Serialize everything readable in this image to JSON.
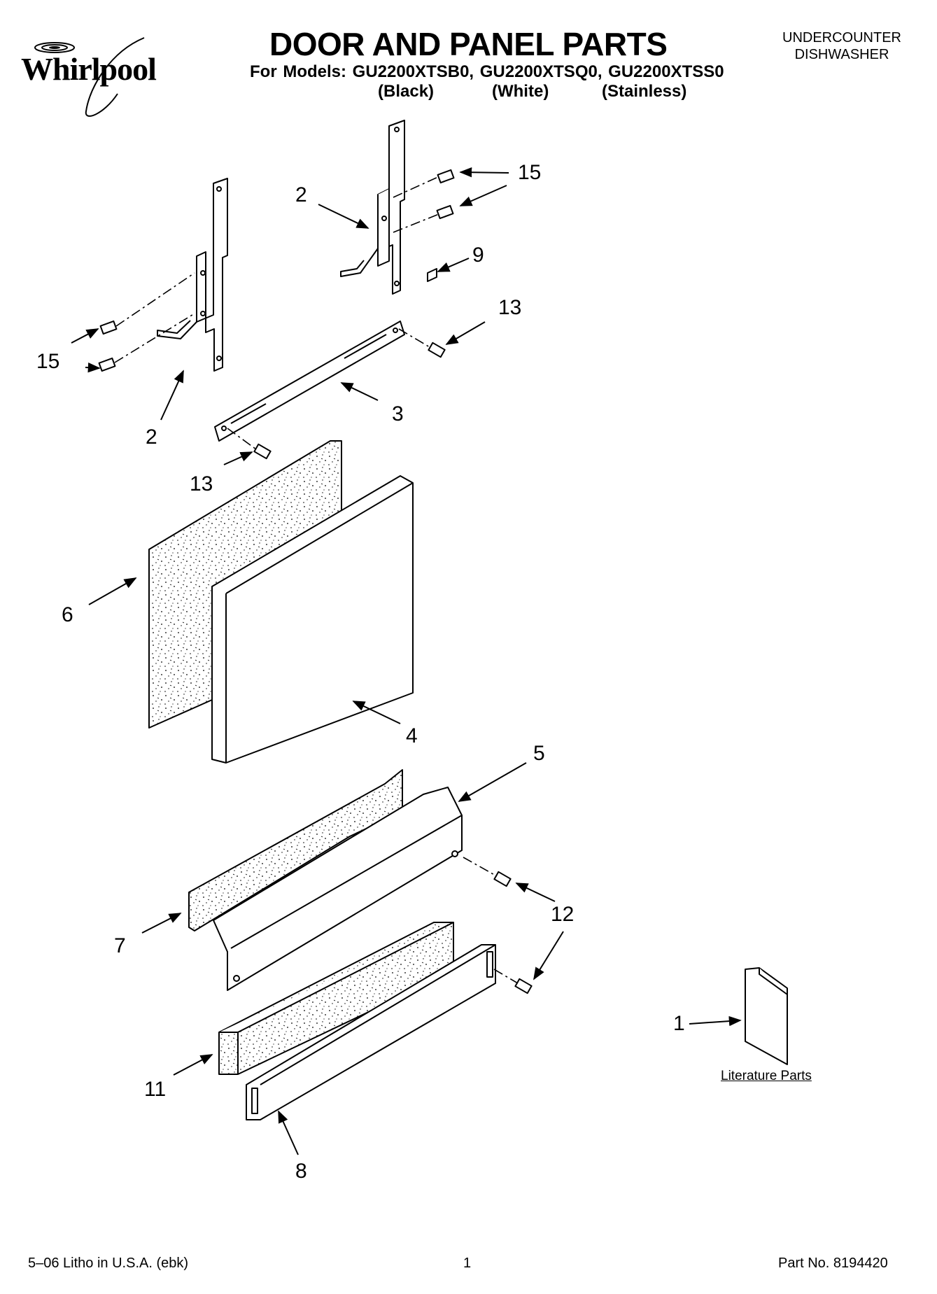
{
  "brand": {
    "logo_text": "Whirlpool"
  },
  "header": {
    "title": "DOOR AND PANEL PARTS",
    "models_line": "For Models: GU2200XTSB0, GU2200XTSQ0, GU2200XTSS0",
    "variants": [
      "(Black)",
      "(White)",
      "(Stainless)"
    ],
    "product_type": [
      "UNDERCOUNTER",
      "DISHWASHER"
    ]
  },
  "callouts": {
    "c15_top": "15",
    "c2_top": "2",
    "c9": "9",
    "c13_right": "13",
    "c15_left": "15",
    "c2_left": "2",
    "c3": "3",
    "c13_left": "13",
    "c6": "6",
    "c4": "4",
    "c5": "5",
    "c12": "12",
    "c7": "7",
    "c1": "1",
    "c11": "11",
    "c8": "8"
  },
  "literature_label": "Literature Parts",
  "footer": {
    "litho": "5–06 Litho in U.S.A. (ebk)",
    "page": "1",
    "part_no": "Part No. 8194420"
  }
}
